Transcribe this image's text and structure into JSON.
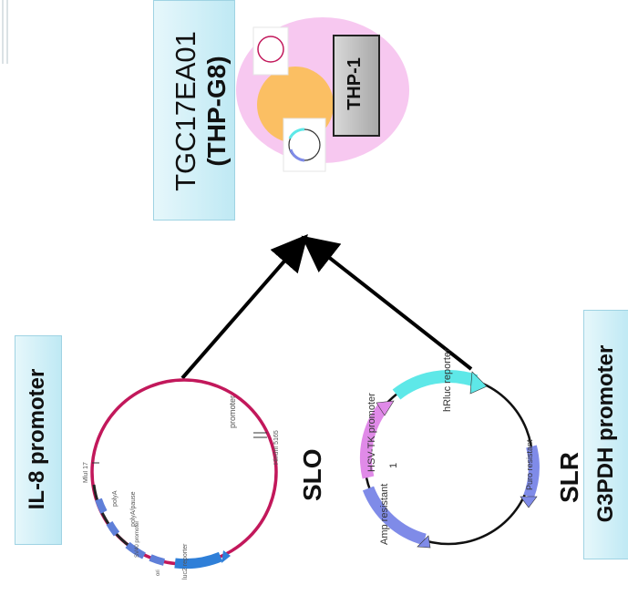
{
  "title_box": {
    "line1": "TGC17EA01",
    "line2": "(THP-G8)"
  },
  "cell": {
    "label": "THP-1"
  },
  "il8_box": {
    "label": "IL-8 promoter"
  },
  "g3pdh_box": {
    "label": "G3PDH promoter"
  },
  "slo": {
    "name": "SLO",
    "labels": {
      "promoter": "promoter",
      "hinIII": "HindIII 5165",
      "mlui": "MluI 17",
      "polya": "polyA",
      "polya_pause": "polyA/pause",
      "sv40": "SV40 promoter",
      "luc2": "luc2 reporter",
      "ori": "ori"
    }
  },
  "slr": {
    "name": "SLR",
    "labels": {
      "hrluc": "hRluc reporter",
      "hsv": "HSV-TK promoter",
      "one": "1",
      "amp": "Amp resistant",
      "puro": "Puro resistant"
    }
  },
  "colors": {
    "slo_ring": "#c2185b",
    "teal": "#5ee8e8",
    "violet": "#e08ae8",
    "blue_slr": "#7f8be8",
    "blue_slo": "#2f7fd8",
    "pink": "#f7c8f0",
    "orange": "#fbbf63"
  }
}
